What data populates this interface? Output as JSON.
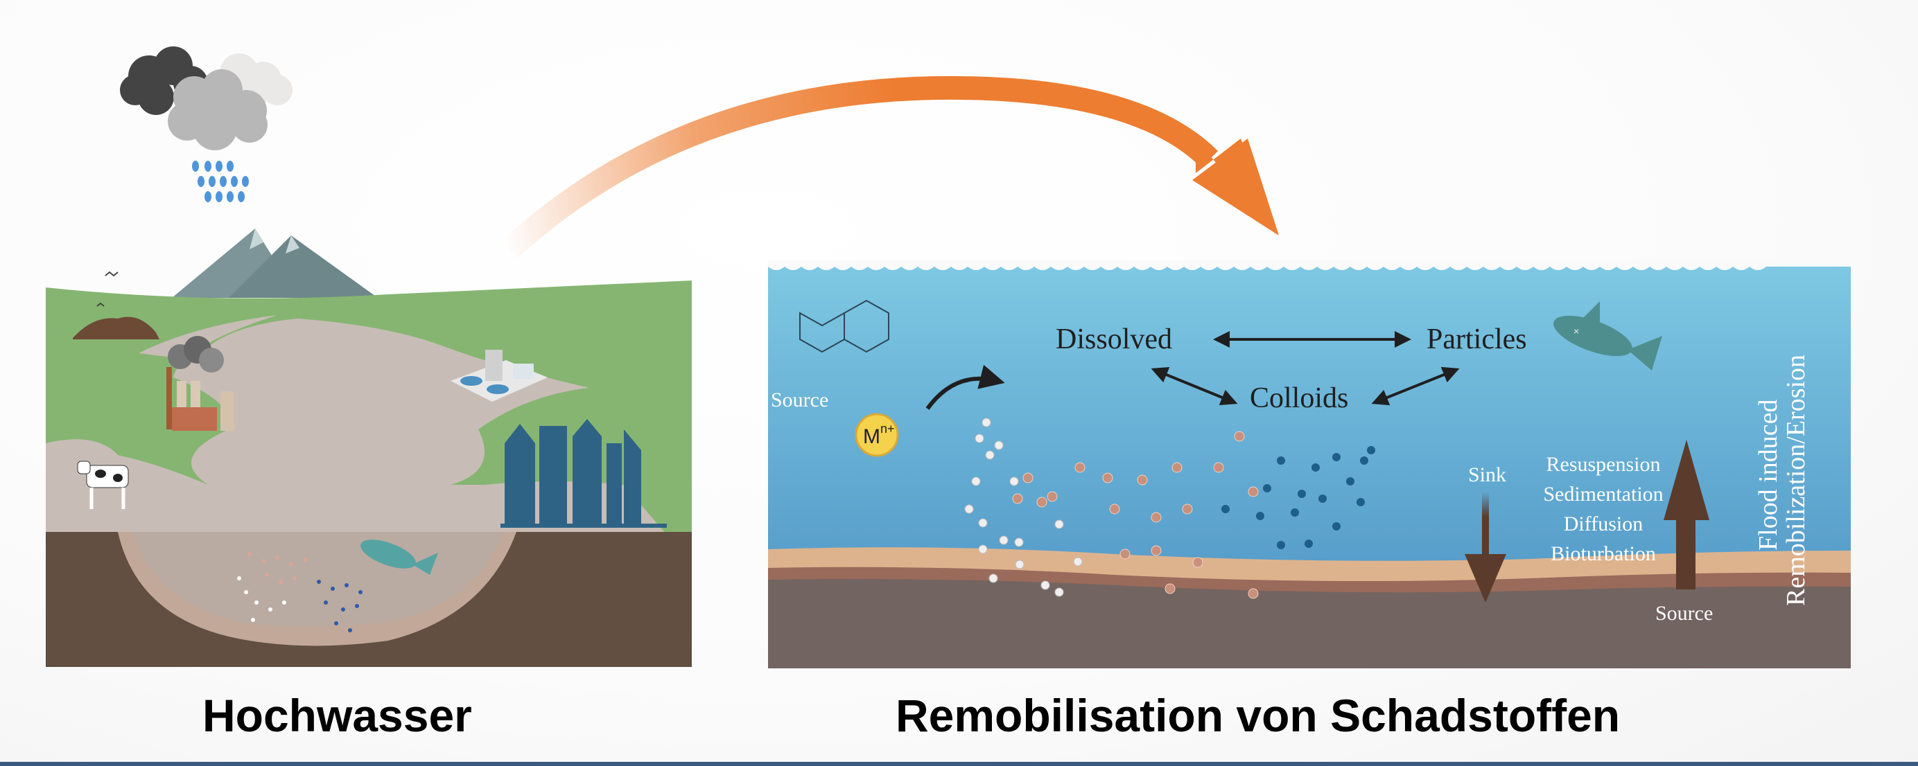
{
  "left_panel": {
    "caption": "Hochwasser",
    "elements": [
      "rain-clouds",
      "mountains",
      "river",
      "landfill",
      "factory",
      "cow",
      "water-treatment-plant",
      "city-buildings",
      "riverbed-sediment",
      "contaminant-particles",
      "fish"
    ]
  },
  "right_panel": {
    "caption": "Remobilisation von Schadstoffen",
    "labels": {
      "source_top": "Source",
      "metal_ion": "M",
      "metal_ion_sup": "n+",
      "dissolved": "Dissolved",
      "particles": "Particles",
      "colloids": "Colloids",
      "sink": "Sink",
      "processes": [
        "Resuspension",
        "Sedimentation",
        "Diffusion",
        "Bioturbation"
      ],
      "source_bottom": "Source",
      "vertical_line1": "Flood induced",
      "vertical_line2": "Remobilization/Erosion"
    }
  },
  "colors": {
    "arrow_orange": "#ed7d31",
    "water_top": "#7ec8e3",
    "water_bottom": "#4a8fc2",
    "sediment_sand": "#ddb38e",
    "sediment_mid": "#9a6a5a",
    "sediment_deep": "#726461",
    "soil_left": "#624f41",
    "grass": "#86b572",
    "river": "#c8bdb6",
    "brown_arrow": "#5b3b2c",
    "footer_bar": "#3a5a80"
  }
}
